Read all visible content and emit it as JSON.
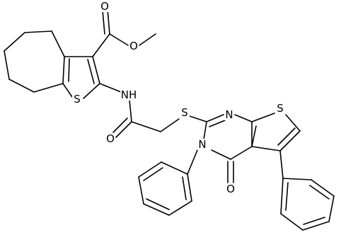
{
  "atom_labels": {
    "o_ester_carbonyl": "O",
    "o_ester_ether": "O",
    "s_thiophene_left": "S",
    "nh_amide": "NH",
    "o_amide": "O",
    "s_thioether": "S",
    "n_pyrimidine_top": "N",
    "s_thiophene_right": "S",
    "n_pyrimidine_bottom": "N",
    "o_pyrimidinone": "O"
  }
}
